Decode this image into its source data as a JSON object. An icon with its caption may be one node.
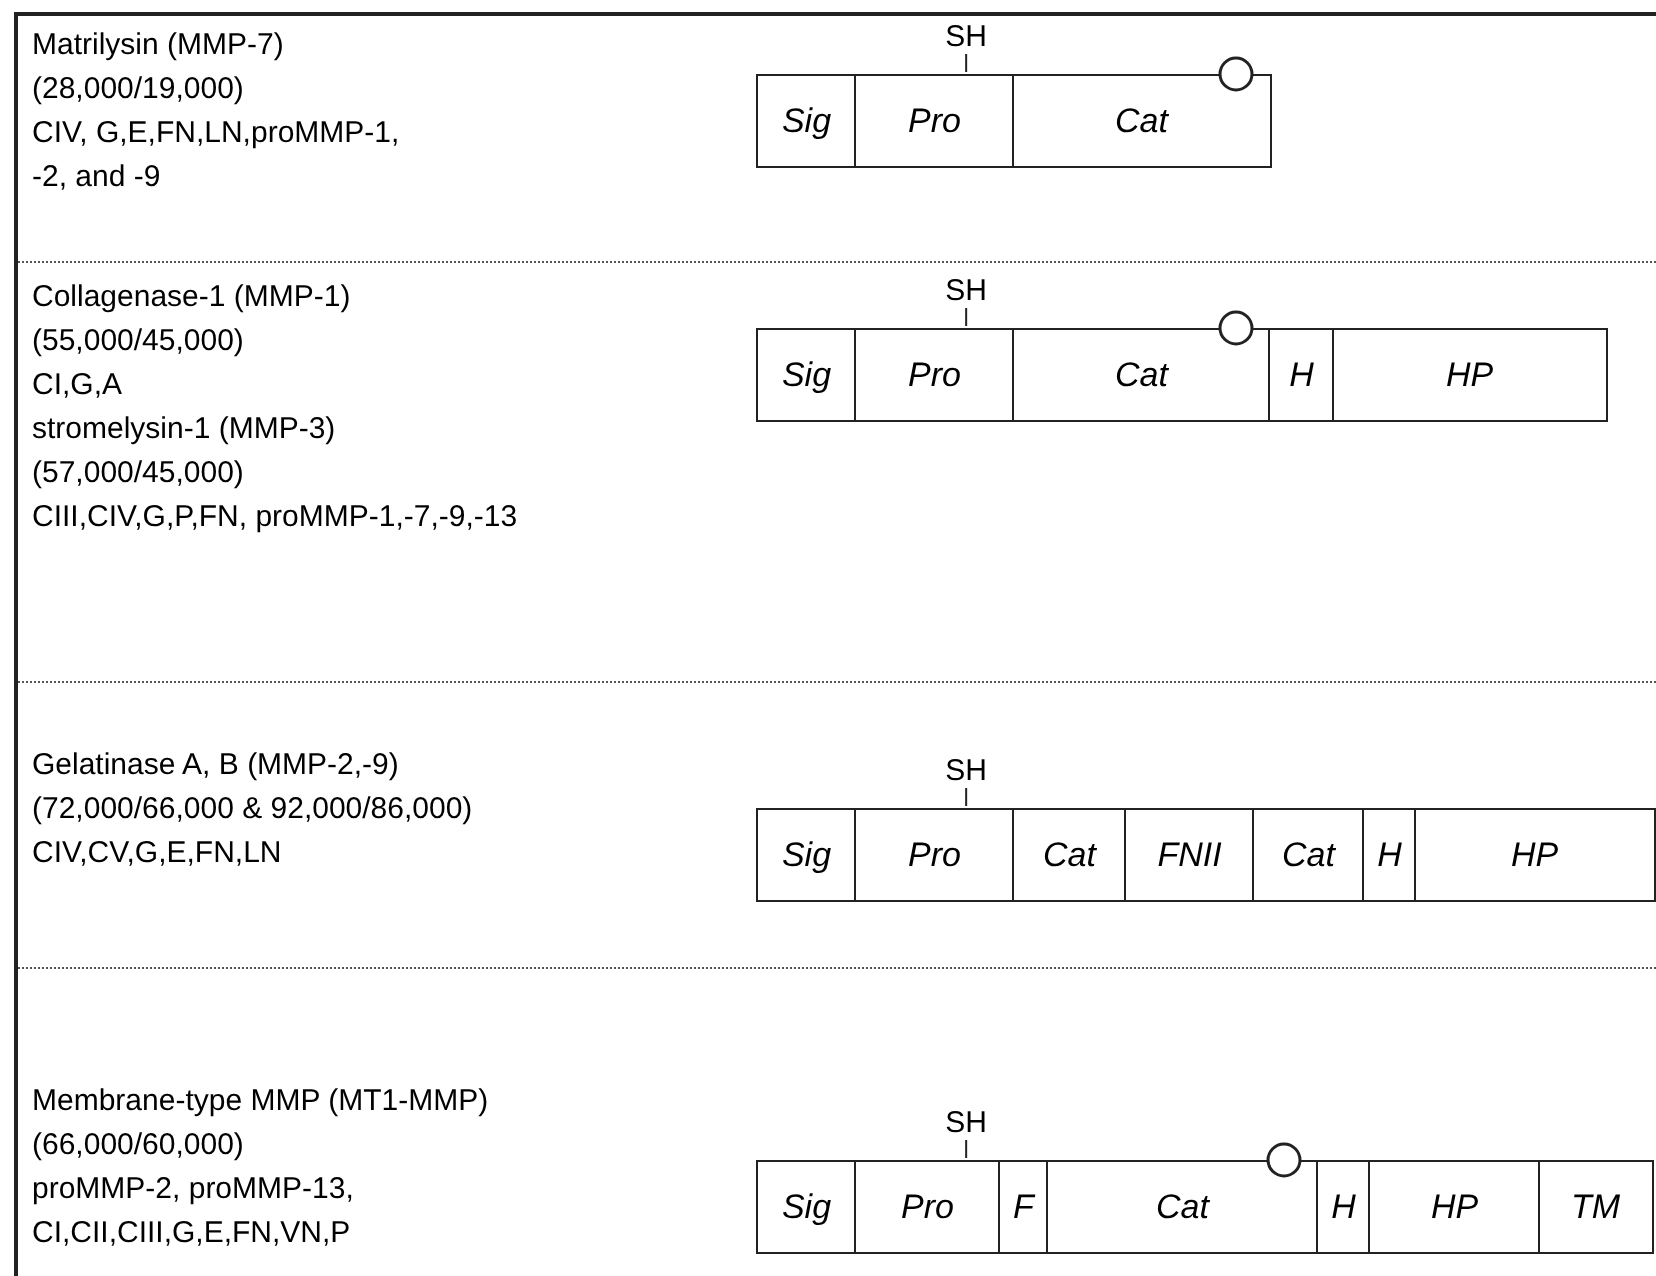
{
  "diagram": {
    "nodes": [
      {
        "text": [
          "Sig"
        ]
      },
      {
        "text": [
          "Pro"
        ],
        "beside": [
          "SH"
        ]
      },
      {
        "text": [
          "Cat"
        ]
      },
      {
        "text": [
          "Sig"
        ]
      },
      {
        "text": [
          "Pro"
        ],
        "beside": [
          "SH"
        ]
      },
      {
        "text": [
          "Cat"
        ]
      },
      {
        "text": [
          "H"
        ]
      },
      {
        "text": [
          "HP"
        ]
      },
      {
        "text": [
          "Sig"
        ]
      },
      {
        "text": [
          "Pro"
        ],
        "beside": [
          "SH"
        ]
      },
      {
        "text": [
          "Cat"
        ]
      },
      {
        "text": [
          "FNII"
        ]
      },
      {
        "text": [
          "Cat"
        ]
      },
      {
        "text": [
          "H"
        ]
      },
      {
        "text": [
          "HP"
        ]
      },
      {
        "text": [
          "Sig"
        ]
      },
      {
        "text": [
          "Pro"
        ],
        "beside": [
          "SH"
        ]
      },
      {
        "text": [
          "F"
        ]
      },
      {
        "text": [
          "Cat"
        ]
      },
      {
        "text": [
          "H"
        ]
      },
      {
        "text": [
          "HP"
        ]
      },
      {
        "text": [
          "TM"
        ]
      }
    ],
    "labels": [
      "Matrilysin (MMP-7)",
      "(28,000/19,000)",
      "CIV, G,E,FN,LN,proMMP-1,",
      "-2, and -9",
      "Collagenase-1 (MMP-1)",
      "(55,000/45,000)",
      "CI,G,A",
      "stromelysin-1 (MMP-3)",
      "(57,000/45,000)",
      "CIII,CIV,G,P,FN, proMMP-1,-7,-9,-13",
      "Gelatinase A, B (MMP-2,-9)",
      "(72,000/66,000 & 92,000/86,000)",
      "CIV,CV,G,E,FN,LN",
      "Membrane-type MMP (MT1-MMP)",
      "(66,000/60,000)",
      "proMMP-2, proMMP-13,",
      "CI,CII,CIII,G,E,FN,VN,P"
    ]
  }
}
